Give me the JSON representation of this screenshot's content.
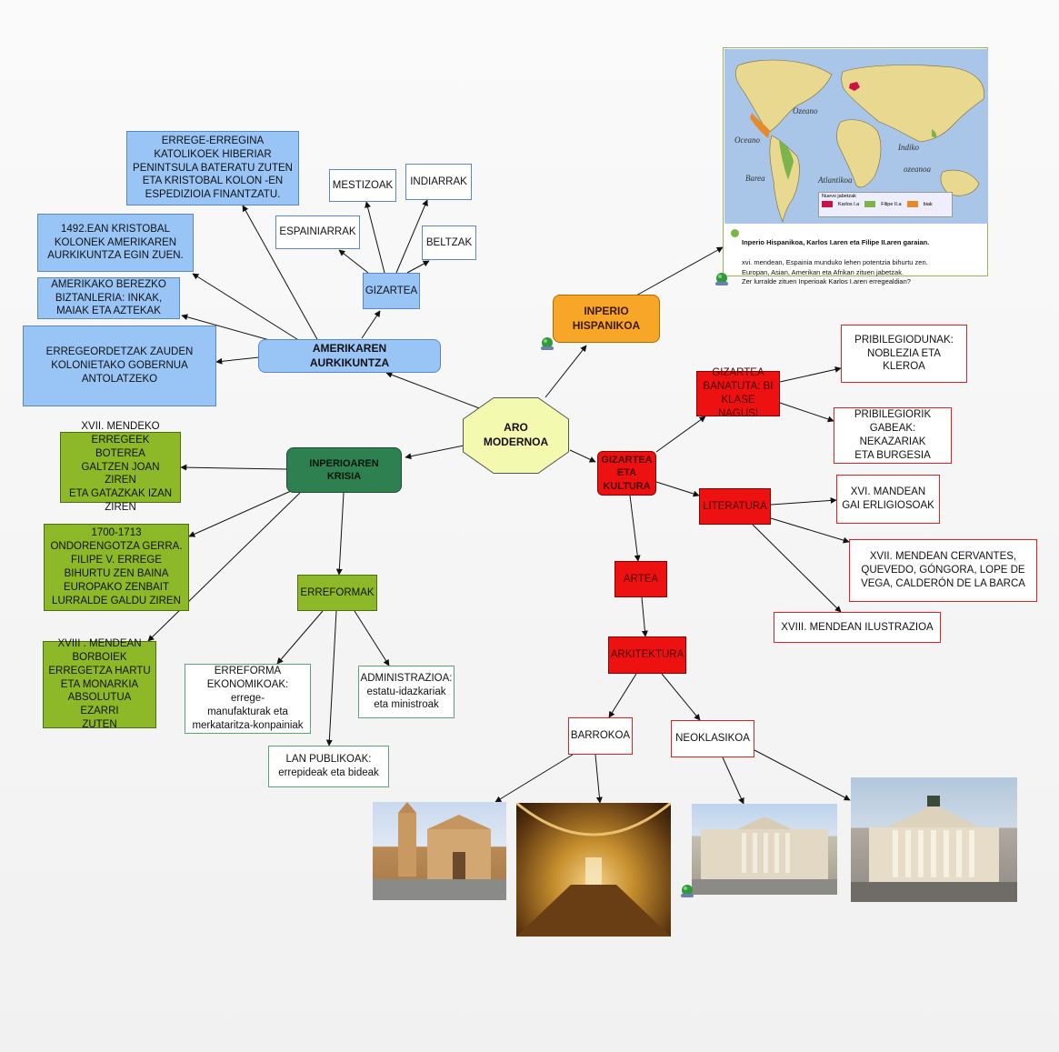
{
  "center": "ARO\nMODERNOA",
  "branches": {
    "amerika": "AMERIKAREN\nAURKIKUNTZA",
    "inperio": "INPERIO\nHISPANIKOA",
    "krisia": "INPERIOAREN KRISIA",
    "gizartea_kultura": "GIZARTEA\nETA\nKULTURA"
  },
  "amerika_children": {
    "erregeak": "ERREGE-ERREGINA\nKATOLIKOEK HIBERIAR\nPENINTSULA BATERATU ZUTEN\nETA KRISTOBAL KOLON -EN\nESPEDIZIOIA FINANTZATU.",
    "kolon": "1492.EAN KRISTOBAL\nKOLONEK AMERIKAREN\nAURKIKUNTZA EGIN ZUEN.",
    "biztanleria": "AMERIKAKO BEREZKO\nBIZTANLERIA: INKAK,\nMAIAK ETA AZTEKAK",
    "erregeordetzak": "ERREGEORDETZAK ZAUDEN\nKOLONIETAKO GOBERNUA\nANTOLATZEKO",
    "gizartea": "GIZARTEA",
    "espainiarrak": "ESPAINIARRAK",
    "mestizoak": "MESTIZOAK",
    "indiarrak": "INDIARRAK",
    "beltzak": "BELTZAK"
  },
  "krisia_children": {
    "xvii": "XVII. MENDEKO\nERREGEEK BOTEREA\nGALTZEN JOAN ZIREN\nETA GATAZKAK IZAN\nZIREN",
    "ondorengotza": "1700-1713\nONDORENGOTZA GERRA.\nFILIPE V. ERREGE\nBIHURTU ZEN BAINA\nEUROPAKO ZENBAIT\nLURRALDE GALDU ZIREN",
    "borboiak": "XVIII . MENDEAN\nBORBOIEK\nERREGETZA HARTU\nETA MONARKIA\nABSOLUTUA EZARRI\nZUTEN",
    "erreformak": "ERREFORMAK",
    "ekonomikoak": "ERREFORMA\nEKONOMIKOAK: errege-\nmanufakturak eta\nmerkataritza-konpainiak",
    "publikoak": "LAN PUBLIKOAK:\nerrepideak eta bideak",
    "administrazioa": "ADMINISTRAZIOA:\nestatu-idazkariak\neta ministroak"
  },
  "kultura_children": {
    "banatuta": "GIZARTEA\nBANATUTA: BI\nKLASE NAGUSI",
    "pribilegiodunak": "PRIBILEGIODUNAK:\nNOBLEZIA ETA KLEROA",
    "pribilegiorik": "PRIBILEGIORIK\nGABEAK: NEKAZARIAK\nETA BURGESIA",
    "literatura": "LITERATURA",
    "xvi": "XVI. MANDEAN\nGAI ERLIGIOSOAK",
    "xvii_lit": "XVII. MENDEAN CERVANTES,\nQUEVEDO, GÓNGORA, LOPE DE\nVEGA, CALDERÓN DE LA BARCA",
    "xviii_lit": "XVIII. MENDEAN ILUSTRAZIOA",
    "artea": "ARTEA",
    "arkitektura": "ARKITEKTURA",
    "barrokoa": "BARROKOA",
    "neoklasikoa": "NEOKLASIKOA"
  },
  "map": {
    "labels": {
      "ozeanoa_n": "Ozeano",
      "ozeanoa_w": "Oceano",
      "barea": "Barea",
      "atlantikoa": "Atlantikoa",
      "indiko": "Indiko",
      "ozeanoa_e": "ozeanoa"
    },
    "legend_title": "Nuevo jabetzak",
    "legend_items": [
      "Karlos I.a",
      "Filipe II.a",
      "biak"
    ],
    "caption_title": "Inperio Hispanikoa, Karlos I.aren eta Filipe II.aren garaian.",
    "caption_lines": "xvi. mendean, Espainia munduko lehen potentzia bihurtu zen.\nEuropan, Asian, Amerikan eta Afrikan zituen jabetzak.\nZer lurralde zituen Inperioak Karlos I.aren erregealdian?"
  },
  "colors": {
    "blue": "#99c4f6",
    "green": "#8db828",
    "red": "#ee1111",
    "orange": "#f7a628",
    "center": "#f4f9b0",
    "dark_green": "#2f8050"
  }
}
